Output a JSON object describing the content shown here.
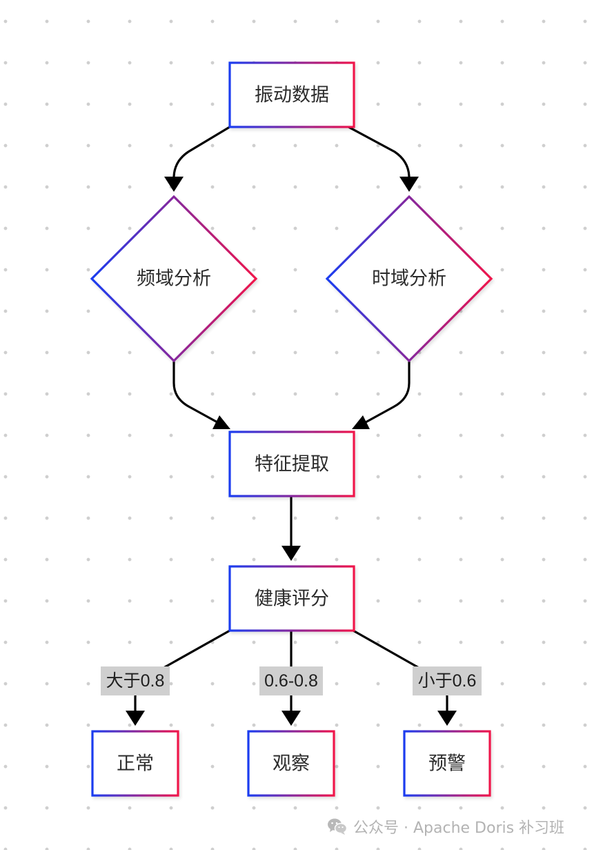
{
  "diagram": {
    "nodes": {
      "vibration": "振动数据",
      "freq": "频域分析",
      "time": "时域分析",
      "feature": "特征提取",
      "health": "健康评分",
      "normal": "正常",
      "observe": "观察",
      "warning": "预警"
    },
    "edge_labels": {
      "gt": "大于0.8",
      "mid": "0.6-0.8",
      "lt": "小于0.6"
    },
    "colors": {
      "gradient_start": "#1a3cf0",
      "gradient_end": "#f0124a",
      "edge": "#000000",
      "label_bg": "#cfcfcf"
    }
  },
  "watermark": {
    "icon": "wechat-icon",
    "text": "公众号 · Apache Doris 补习班"
  }
}
